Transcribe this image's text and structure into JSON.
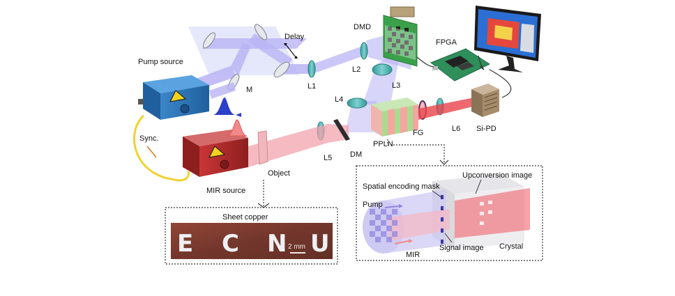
{
  "labels": {
    "delay": "Delay",
    "dmd": "DMD",
    "fpga": "FPGA",
    "pump_source": "Pump source",
    "l1": "L1",
    "l2": "L2",
    "l3": "L3",
    "l4": "L4",
    "l5": "L5",
    "l6": "L6",
    "m": "M",
    "sync": "Sync.",
    "mir_source": "MIR source",
    "object": "Object",
    "dm": "DM",
    "ppln": "PPLN",
    "fg": "FG",
    "si_pd": "Si-PD"
  },
  "inset_copper": {
    "title": "Sheet copper",
    "letters": [
      "E",
      "C",
      "N",
      "U"
    ],
    "scale_bar": "2 mm"
  },
  "inset_crystal": {
    "upconversion_image": "Upconversion image",
    "spatial_encoding_mask": "Spatial encoding mask",
    "pump": "Pump",
    "signal_image": "Signal image",
    "crystal": "Crystal",
    "mir": "MIR"
  },
  "colors": {
    "pump_beam": "#a9a4f2",
    "mir_beam": "#f2a3ae",
    "upconverted_beam": "#e8434b",
    "pump_box": "#2f7fc4",
    "mir_box": "#b52a2a",
    "lens": "#4fb6b4",
    "sync_cable": "#f2d22e",
    "copper": "#7a2e22",
    "ppln_green": "#a9dc8e",
    "ppln_red": "#f4a6a1"
  }
}
